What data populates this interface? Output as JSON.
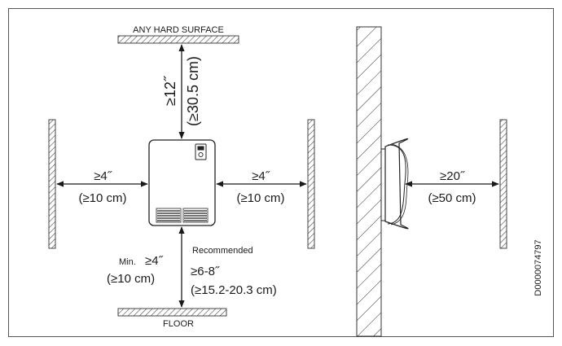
{
  "figure_id": "D0000074797",
  "front_view": {
    "top_surface_label": "ANY HARD SURFACE",
    "floor_label": "FLOOR",
    "top_clearance": {
      "inches": "≥12˝",
      "cm": "(≥30.5 cm)"
    },
    "left_clearance": {
      "inches": "≥4˝",
      "cm": "(≥10 cm)"
    },
    "right_clearance": {
      "inches": "≥4˝",
      "cm": "(≥10 cm)"
    },
    "bottom_min_clearance": {
      "prefix": "Min.",
      "inches": "≥4˝",
      "cm": "(≥10 cm)"
    },
    "bottom_recommended_clearance": {
      "heading": "Recommended",
      "inches": "≥6-8˝",
      "cm": "(≥15.2-20.3 cm)"
    }
  },
  "side_view": {
    "front_clearance": {
      "inches": "≥20˝",
      "cm": "(≥50 cm)"
    }
  }
}
